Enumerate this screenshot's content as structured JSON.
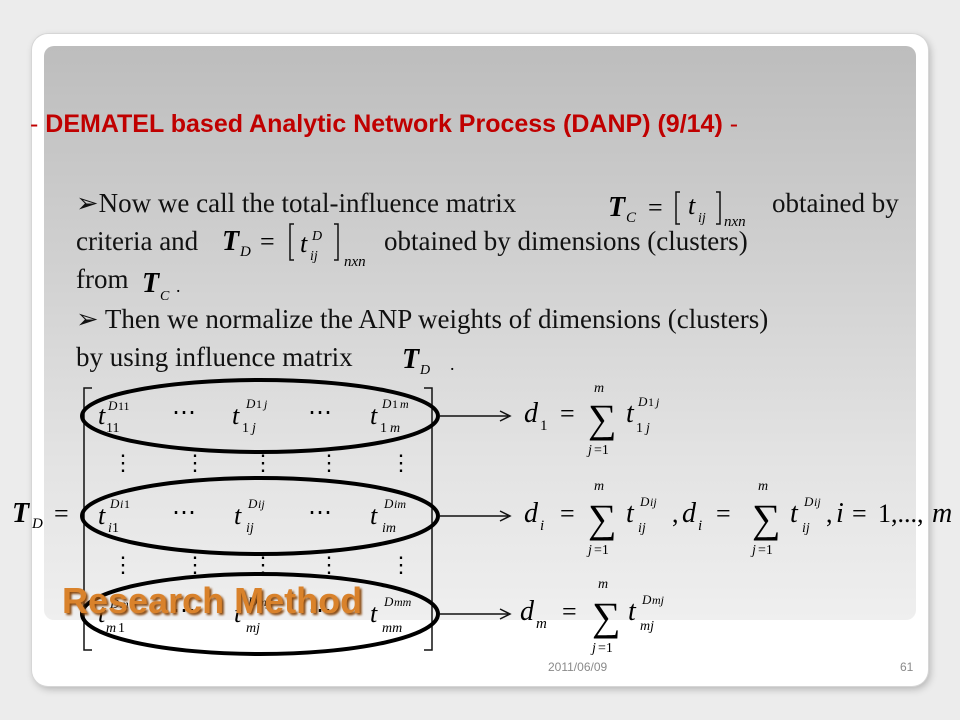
{
  "slide": {
    "title_dash_left": "-",
    "title": "DEMATEL based Analytic Network Process (DANP) (9/14)",
    "title_dash_right": "-",
    "para1_line1": "➢Now we call the total-influence matrix",
    "para1_line1_tail": "obtained by",
    "para1_line2_a": "criteria and",
    "para1_line2_b": "obtained by dimensions (clusters)",
    "para1_line3": "from",
    "para2_line1": "➢ Then we normalize the ANP weights of dimensions (clusters)",
    "para2_line2": "by using influence matrix",
    "overlay_text": "Research Method",
    "footer_date": "2011/06/09",
    "page_number": "61"
  },
  "colors": {
    "title": "#c00000",
    "overlay": "#d9822b"
  }
}
